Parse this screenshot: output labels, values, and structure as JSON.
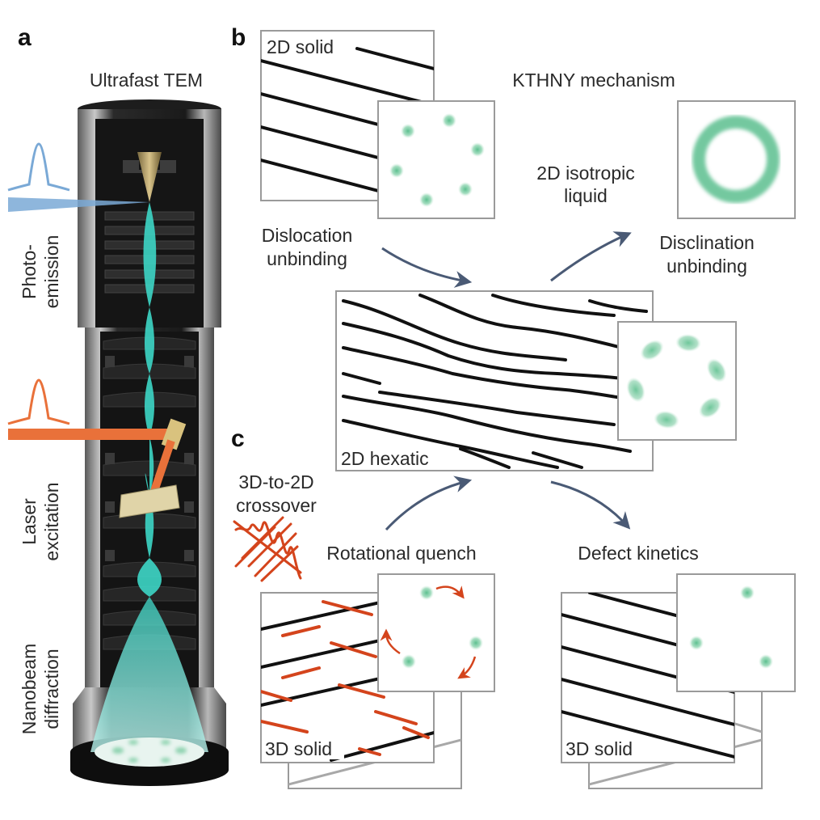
{
  "panels": {
    "a": "a",
    "b": "b",
    "c": "c"
  },
  "panel_a": {
    "title": "Ultrafast TEM",
    "labels": {
      "photo_line1": "Photo-",
      "photo_line2": "emission",
      "laser_line1": "Laser",
      "laser_line2": "excitation",
      "nano_line1": "Nanobeam",
      "nano_line2": "diffraction"
    },
    "colors": {
      "beam": "#3dd6c6",
      "photo_pulse": "#7aa9d6",
      "laser_pulse": "#e9713a"
    }
  },
  "panel_b": {
    "title": "KTHNY mechanism",
    "solid_label": "2D solid",
    "liquid_line1": "2D isotropic",
    "liquid_line2": "liquid",
    "dislocation_line1": "Dislocation",
    "dislocation_line2": "unbinding",
    "disclination_line1": "Disclination",
    "disclination_line2": "unbinding",
    "hexatic_label": "2D hexatic"
  },
  "panel_c": {
    "crossover_line1": "3D-to-2D",
    "crossover_line2": "crossover",
    "quench_label": "Rotational quench",
    "kinetics_label": "Defect kinetics",
    "solid_left": "3D solid",
    "solid_right": "3D solid"
  },
  "colors": {
    "spot_green": "#5cbf8f",
    "red": "#d4441c",
    "arrow": "#4a5a75"
  }
}
